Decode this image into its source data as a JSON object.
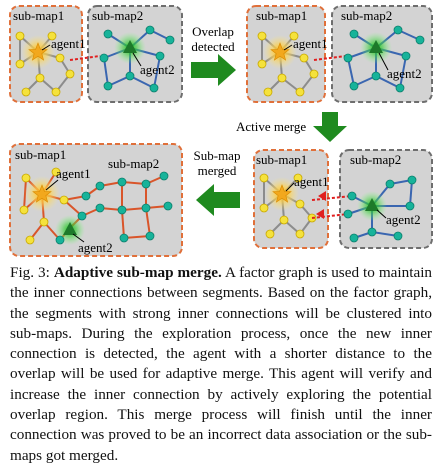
{
  "figure": {
    "panels": [
      {
        "id": "p1",
        "maps": [
          {
            "label": "sub-map1"
          },
          {
            "label": "sub-map2"
          }
        ],
        "agents": [
          "agent1",
          "agent2"
        ]
      },
      {
        "id": "p2",
        "maps": [
          {
            "label": "sub-map1"
          },
          {
            "label": "sub-map2"
          }
        ],
        "agents": [
          "agent1",
          "agent2"
        ]
      },
      {
        "id": "p3",
        "maps": [
          {
            "label": "sub-map1"
          },
          {
            "label": "sub-map2"
          }
        ],
        "agents": [
          "agent1",
          "agent2"
        ]
      },
      {
        "id": "p4",
        "maps": [
          {
            "label": "sub-map1"
          },
          {
            "label": "sub-map2"
          }
        ],
        "agents": [
          "agent1",
          "agent2"
        ]
      }
    ],
    "arrows": {
      "overlap": [
        "Overlap",
        "detected"
      ],
      "active": [
        "Active merge"
      ],
      "merged": [
        "Sub-map",
        "merged"
      ]
    },
    "colors": {
      "panel_fill": "#d3d3d3",
      "border_orange": "#e0703a",
      "border_gray": "#6e6e6e",
      "node_yellow": "#f5e23c",
      "node_teal": "#17b39a",
      "edge_gray": "#8c8c8c",
      "edge_blue": "#3a66b0",
      "edge_orange": "#d9552a",
      "overlap_red": "#e02020",
      "arrow_green": "#1f8a1f"
    }
  },
  "caption": {
    "label": "Fig. 3:",
    "title": "Adaptive sub-map merge.",
    "text": "A factor graph is used to maintain the inner connections between segments. Based on the factor graph, the segments with strong inner connections will be clustered into sub-maps. During the exploration process, once the new inner connection is detected, the agent with a shorter distance to the overlap will be used for adaptive merge. This agent will verify and increase the inner connection by actively exploring the potential overlap region. This merge process will finish until the inner connection was proved to be an incorrect data association or the sub-maps got merged."
  }
}
